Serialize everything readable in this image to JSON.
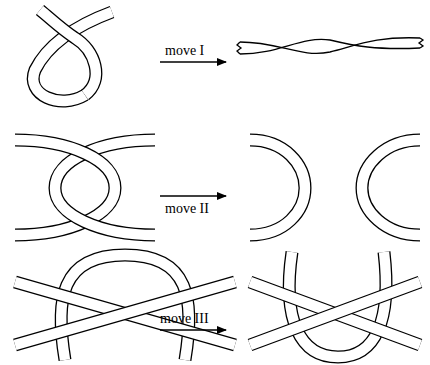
{
  "diagram": {
    "labels": [
      "move I",
      "move II",
      "move III"
    ]
  }
}
